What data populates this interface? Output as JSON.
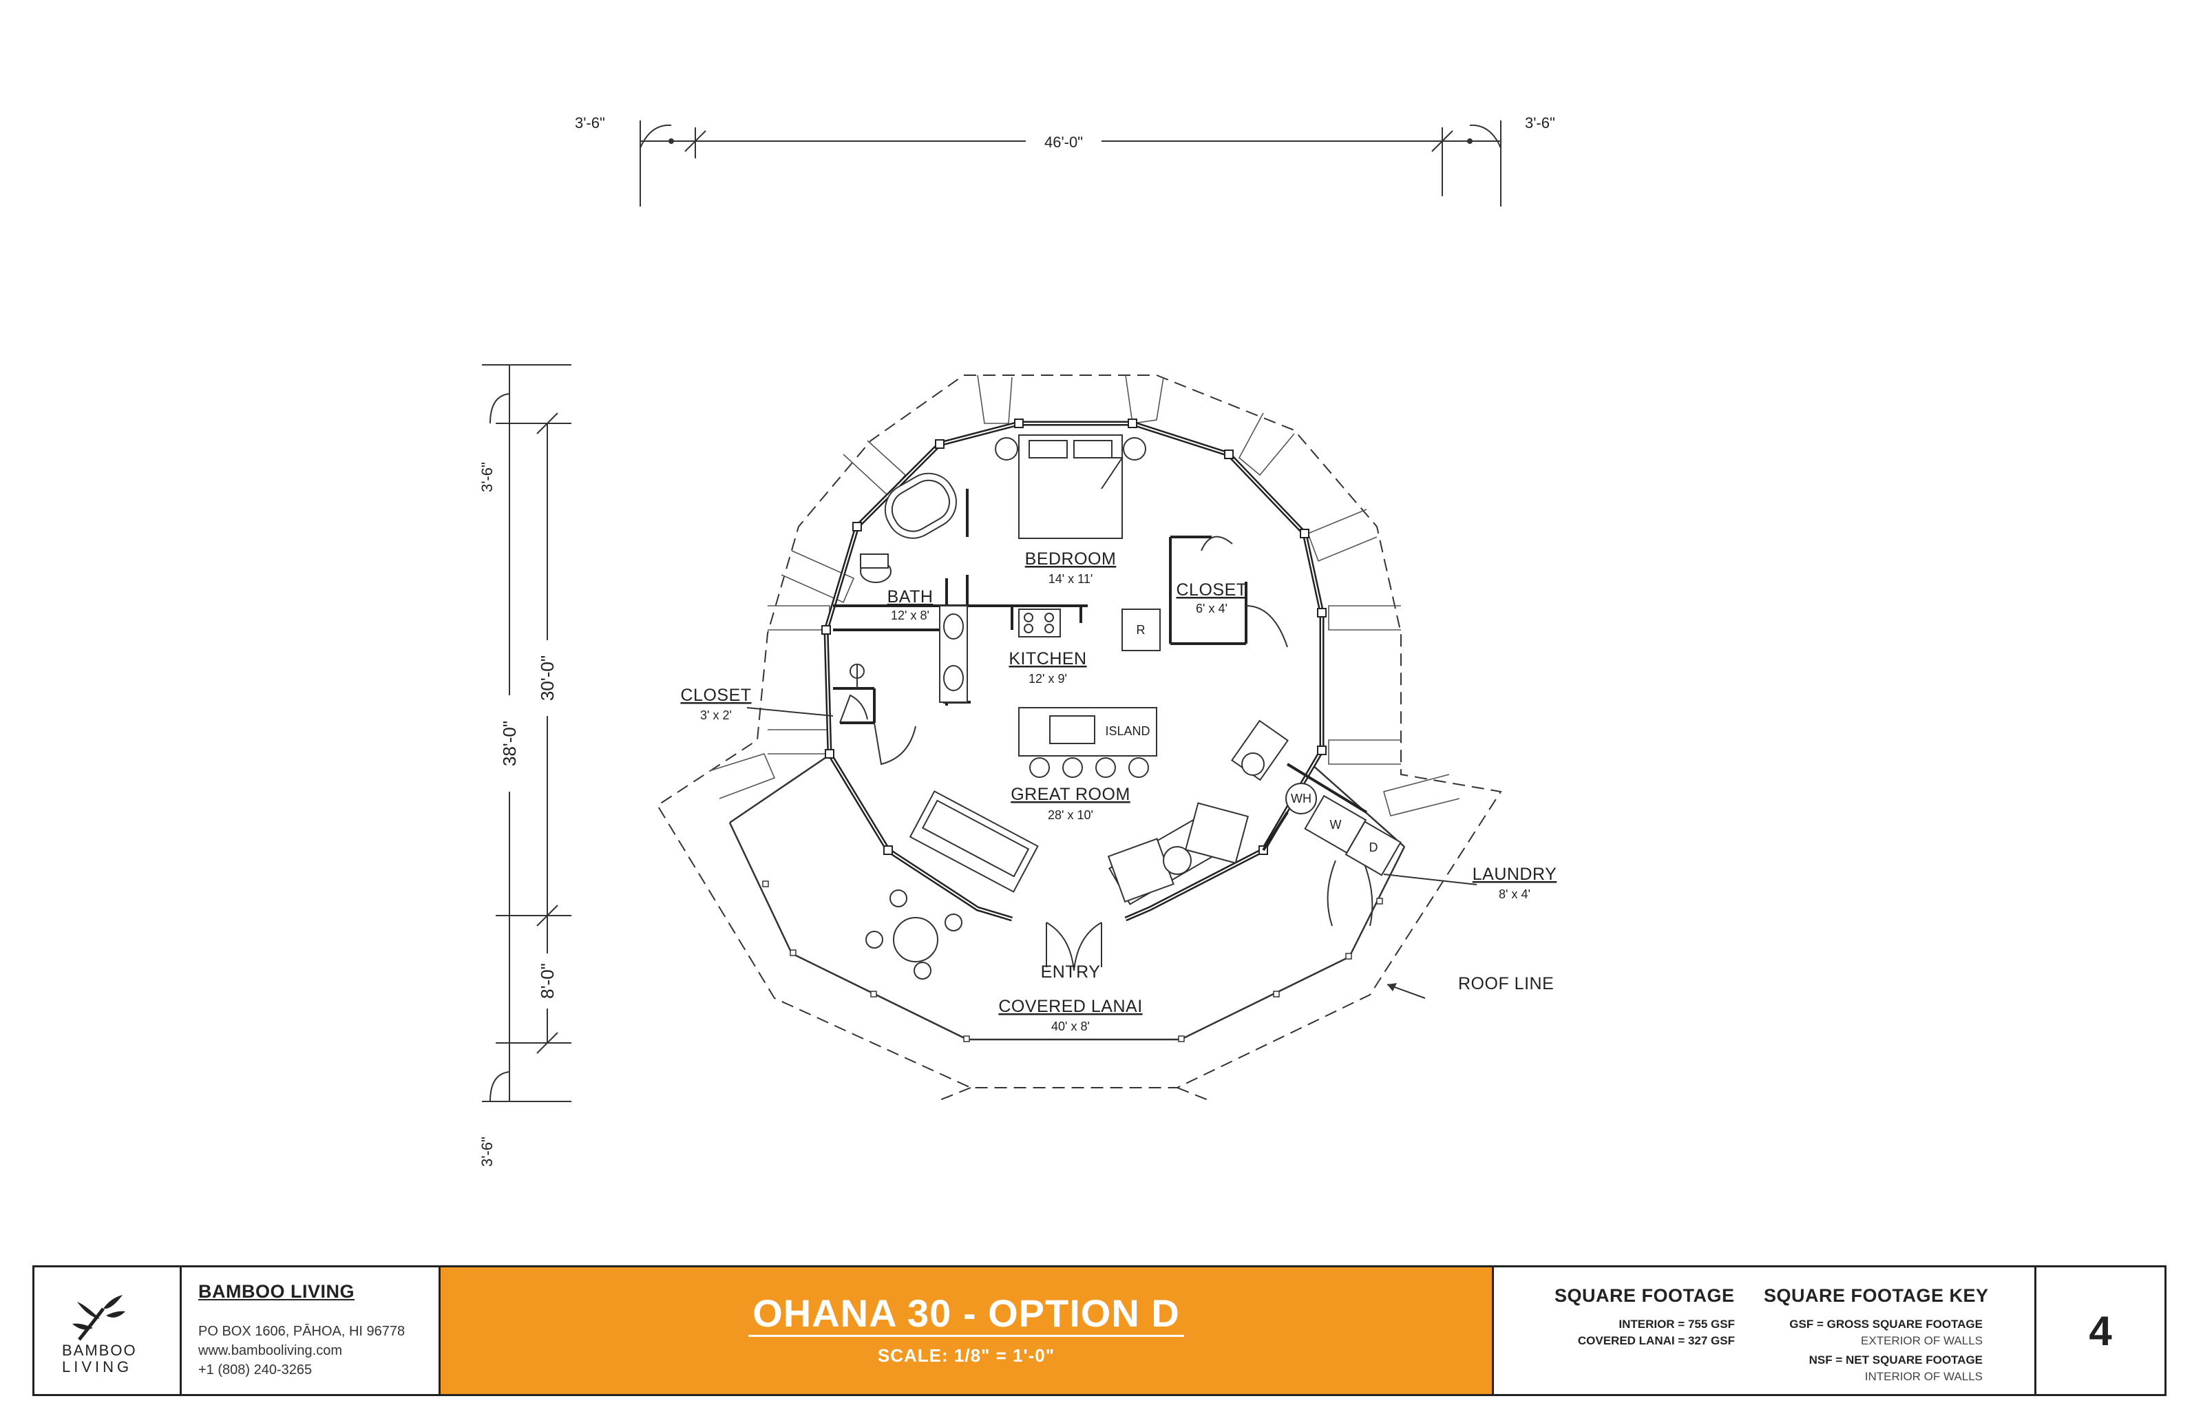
{
  "dimensions": {
    "top_left_overhang": "3'-6\"",
    "top_width": "46'-0\"",
    "top_right_overhang": "3'-6\"",
    "left_top_overhang": "3'-6\"",
    "left_total": "38'-0\"",
    "left_interior": "30'-0\"",
    "left_lanai": "8'-0\"",
    "left_bottom_overhang": "3'-6\""
  },
  "rooms": {
    "bedroom": {
      "name": "BEDROOM",
      "size": "14' x 11'"
    },
    "bath": {
      "name": "BATH",
      "size": "12' x 8'"
    },
    "closet_main": {
      "name": "CLOSET",
      "size": "6' x 4'"
    },
    "kitchen": {
      "name": "KITCHEN",
      "size": "12' x 9'"
    },
    "closet_small": {
      "name": "CLOSET",
      "size": "3' x 2'"
    },
    "island": {
      "name": "ISLAND"
    },
    "great_room": {
      "name": "GREAT ROOM",
      "size": "28' x 10'"
    },
    "laundry": {
      "name": "LAUNDRY",
      "size": "8' x 4'"
    },
    "entry": {
      "name": "ENTRY"
    },
    "covered_lanai": {
      "name": "COVERED LANAI",
      "size": "40' x 8'"
    },
    "roof_line": {
      "name": "ROOF LINE"
    }
  },
  "fixtures": {
    "refrigerator": "R",
    "water_heater": "WH",
    "washer": "W",
    "dryer": "D"
  },
  "title_block": {
    "logo_word1": "BAMBOO",
    "logo_word2": "LIVING",
    "company": "BAMBOO LIVING",
    "address": "PO BOX 1606, PĀHOA, HI 96778",
    "website": "www.bambooliving.com",
    "phone": "+1 (808) 240-3265",
    "project_title": "OHANA 30 - OPTION D",
    "scale": "SCALE: 1/8\" = 1'-0\"",
    "square_footage": {
      "heading": "SQUARE FOOTAGE",
      "interior": "INTERIOR = 755 GSF",
      "lanai": "COVERED LANAI = 327 GSF"
    },
    "key": {
      "heading": "SQUARE FOOTAGE KEY",
      "gsf": "GSF = GROSS SQUARE FOOTAGE",
      "gsf_note": "EXTERIOR OF WALLS",
      "nsf": "NSF = NET SQUARE FOOTAGE",
      "nsf_note": "INTERIOR OF WALLS"
    },
    "page_number": "4"
  },
  "colors": {
    "title_band": "#f29821",
    "line": "#222222"
  }
}
